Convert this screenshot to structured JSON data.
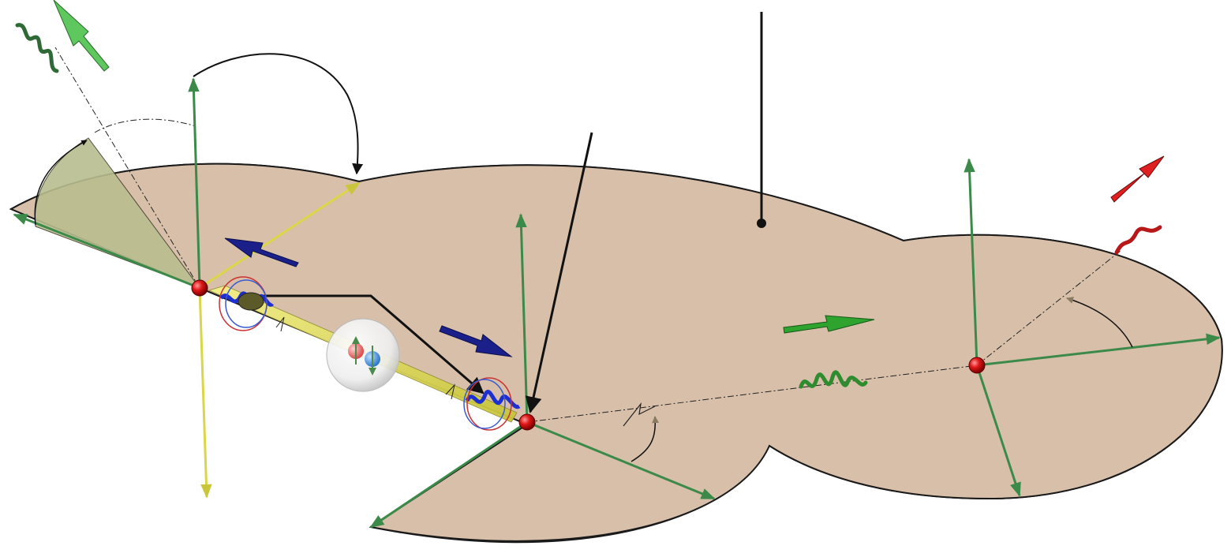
{
  "diagram": {
    "colors": {
      "plane_fill": "#d8bfa9",
      "plane_stroke": "#1a1a1a",
      "axis_green": "#3c8a4a",
      "axis_yellow": "#d9d64a",
      "atom_red": "#d81818",
      "arrow_blue": "#1a1f8a",
      "photon_green": "#2e8b2e",
      "photon_red": "#c81818",
      "arrow_green_light": "#5ec85e",
      "wedge_fill": "#b9bd8e",
      "pointer_black": "#111111"
    },
    "nodes": [
      {
        "name": "atom-node-left"
      },
      {
        "name": "atom-node-center"
      },
      {
        "name": "atom-node-right"
      }
    ],
    "icons": [
      "atom-sphere-icon",
      "photon-wave-icon",
      "spin-arrow-icon"
    ]
  }
}
